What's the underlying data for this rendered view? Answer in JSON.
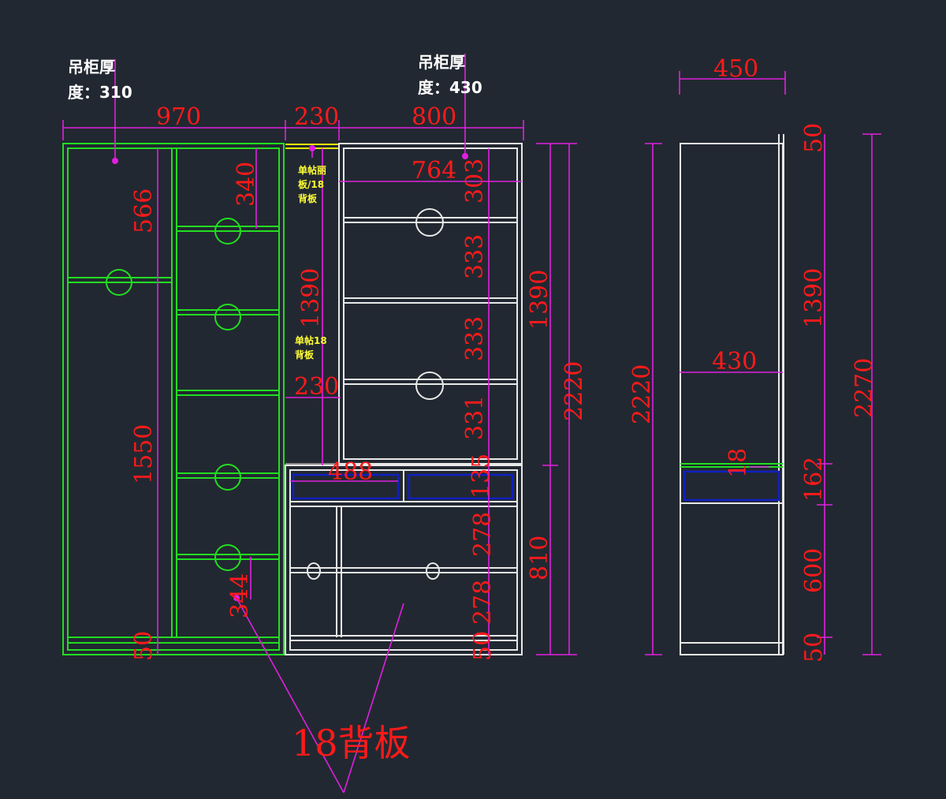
{
  "notes": {
    "left_depth_line1": "吊柜厚",
    "left_depth_line2": "度：310",
    "right_depth_line1": "吊柜厚",
    "right_depth_line2": "度：430",
    "yellow_1_line1": "单帖丽",
    "yellow_1_line2": "板/18",
    "yellow_1_line3": "背板",
    "yellow_2_line1": "单帖18",
    "yellow_2_line2": "背板",
    "back_panel": "18背板"
  },
  "dims": {
    "top_970": "970",
    "top_230": "230",
    "top_800": "800",
    "d764": "764",
    "d340": "340",
    "d566": "566",
    "d1550": "1550",
    "d50_left": "50",
    "d344": "344",
    "d1390_mid": "1390",
    "d230_mid": "230",
    "d488": "488",
    "d303": "303",
    "d333a": "333",
    "d333b": "333",
    "d331": "331",
    "d135": "135",
    "d278a": "278",
    "d278b": "278",
    "d50_right": "50",
    "d1390_right": "1390",
    "d810": "810",
    "d2220_right": "2220",
    "side_450": "450",
    "side_430": "430",
    "side_2220": "2220",
    "side_50_top": "50",
    "side_1390": "1390",
    "side_18": "18",
    "side_162": "162",
    "side_600": "600",
    "side_50_bottom": "50",
    "side_2270": "2270"
  }
}
